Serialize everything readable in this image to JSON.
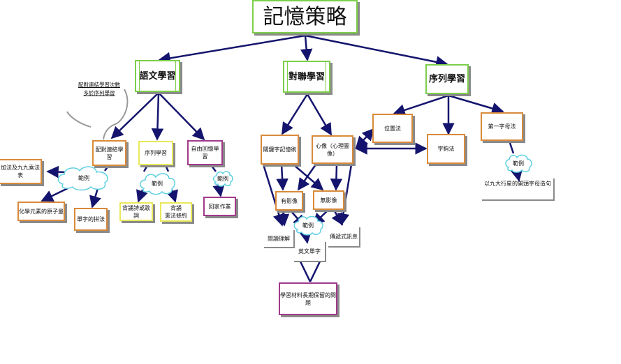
{
  "title": "記憶策略",
  "branches": {
    "verbal": {
      "label": "語文學習",
      "note": [
        "配對連結學習次數",
        "多於序列學習"
      ],
      "children": {
        "paired": "配對連結學習",
        "serial": "序列學習",
        "free_recall": "自由回憶學習"
      },
      "examples": {
        "paired_cloud": "範例",
        "paired_items": [
          "加法及九九乘法表",
          "化學元素的原子量",
          "單字的拼法"
        ],
        "serial_cloud": "範例",
        "serial_items": [
          "背誦詩或歌詞",
          "背誦\n憲法條約"
        ],
        "free_cloud": "範例",
        "free_items": [
          "回家作業"
        ]
      }
    },
    "paired_assoc": {
      "label": "對聯學習",
      "children": {
        "keyword": "關鍵字記憶術",
        "imagery": "心像（心理圖像）"
      },
      "sub": {
        "with_image": "有影像",
        "without_image": "無影像"
      },
      "cloud": "範例",
      "examples": [
        "閱讀理解",
        "英文單字",
        "傳遞式訊息"
      ],
      "bottom": "學習材料長期保留的問題"
    },
    "serial": {
      "label": "序列學習",
      "children": {
        "loci": "位置法",
        "peg": "字鉤法",
        "first_letter": "第一字母法"
      },
      "cloud": "範例",
      "example": "以九大行星的開頭字母造句"
    }
  },
  "colors": {
    "arrow": "#14146e",
    "green_border": "#7ccf4a",
    "orange_border": "#d98a3a",
    "yellow_border": "#e9e95a",
    "purple_border": "#a03a8a",
    "cloud_border": "#5fd0e0",
    "shadow": "#8a8a8a"
  }
}
